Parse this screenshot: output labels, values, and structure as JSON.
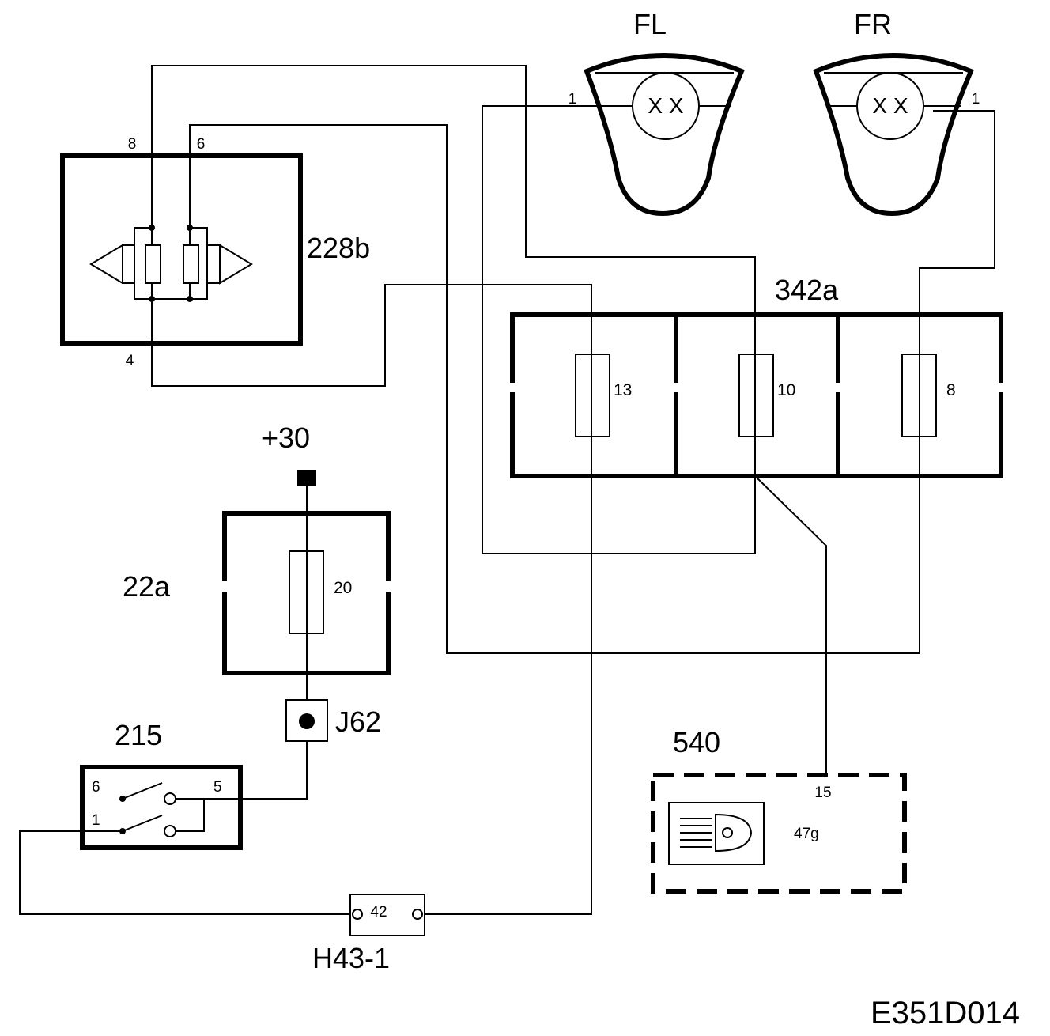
{
  "drawing_code": "E351D014",
  "components": {
    "lamp_fl": {
      "label": "FL",
      "symbol": "X X",
      "pin": "1"
    },
    "lamp_fr": {
      "label": "FR",
      "symbol": "X X",
      "pin": "1"
    },
    "switch_228b": {
      "label": "228b",
      "pin_top_left": "8",
      "pin_top_right": "6",
      "pin_bottom": "4"
    },
    "fusebox_342a": {
      "label": "342a",
      "fuses": [
        "13",
        "10",
        "8"
      ]
    },
    "fusebox_22a": {
      "label": "22a",
      "fuse": "20"
    },
    "supply": {
      "label": "+30"
    },
    "junction_j62": {
      "label": "J62"
    },
    "switch_215": {
      "label": "215",
      "pin_6": "6",
      "pin_5": "5",
      "pin_1": "1"
    },
    "connector_h43": {
      "label": "H43-1",
      "pin": "42"
    },
    "module_540": {
      "label": "540",
      "pin": "15",
      "sub_label": "47g"
    }
  },
  "icons": [
    "lamp-fl-icon",
    "lamp-fr-icon",
    "arrow-left-icon",
    "arrow-right-icon",
    "headlamp-icon",
    "fuse-icon",
    "switch-contact-icon",
    "supply-terminal-icon",
    "junction-dot-icon"
  ]
}
